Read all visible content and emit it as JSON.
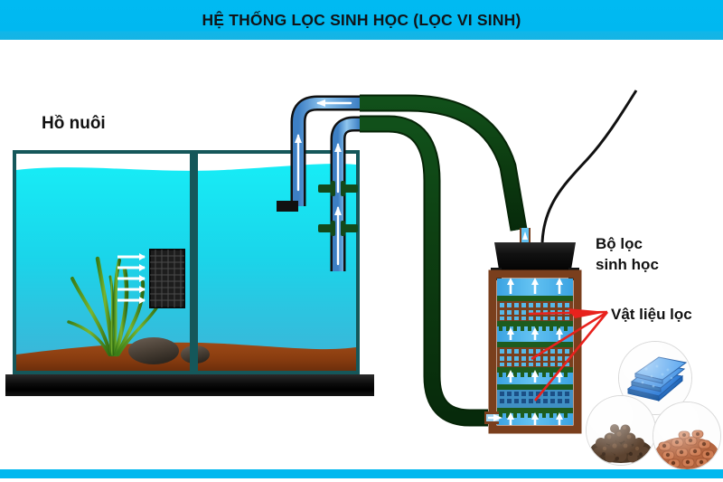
{
  "banner": {
    "title": "HỆ THỐNG LỌC SINH HỌC (LỌC VI SINH)",
    "bg_color": "#00b8f0",
    "bottom_bar_color": "#00b8ef"
  },
  "labels": {
    "tank": "Hồ nuôi",
    "filter_line1": "Bộ lọc",
    "filter_line2": "sinh học",
    "media": "Vật liệu lọc"
  },
  "colors": {
    "water": "#12e4ef",
    "water_deep": "#2fb8d8",
    "glass_frame": "#15575a",
    "substrate": "#8a3d10",
    "hose": "#0d3d11",
    "pipe_blue": "#5aa8e0",
    "filter_body_brown": "#7a3f1d",
    "filter_water": "#4fb3e8",
    "filter_cap_black": "#141414",
    "media_layer_edge": "#1d5c1e",
    "arrow_white": "#ffffff",
    "pointer_red": "#e8221d",
    "plant_green": "#4f9c21",
    "rock": "#4a4036",
    "stand_black": "#0c0c0c"
  },
  "tank": {
    "name": "aquarium",
    "has_plant": true,
    "rock_count": 2,
    "intake_sponge": "dark mesh intake sponge",
    "flow_arrow_count": 5
  },
  "filter": {
    "name": "biological canister filter",
    "cap": "black motor head",
    "media_layers": 3,
    "media_layer_types": [
      "bio-media grid",
      "bio-media grid",
      "sponge grid"
    ],
    "water_chambers": 4,
    "inlet": "bottom left",
    "outlet": "top nozzle"
  },
  "media_insets": [
    {
      "name": "filter sponge pads",
      "color": "#1f73d4"
    },
    {
      "name": "bio balls / lava media",
      "color": "#5c4330"
    },
    {
      "name": "ceramic ring media",
      "color": "#c8704a"
    }
  ],
  "flow": {
    "direction_in_tank": "left",
    "direction_in_pipe": "down-then-up",
    "direction_in_filter": "upward"
  }
}
